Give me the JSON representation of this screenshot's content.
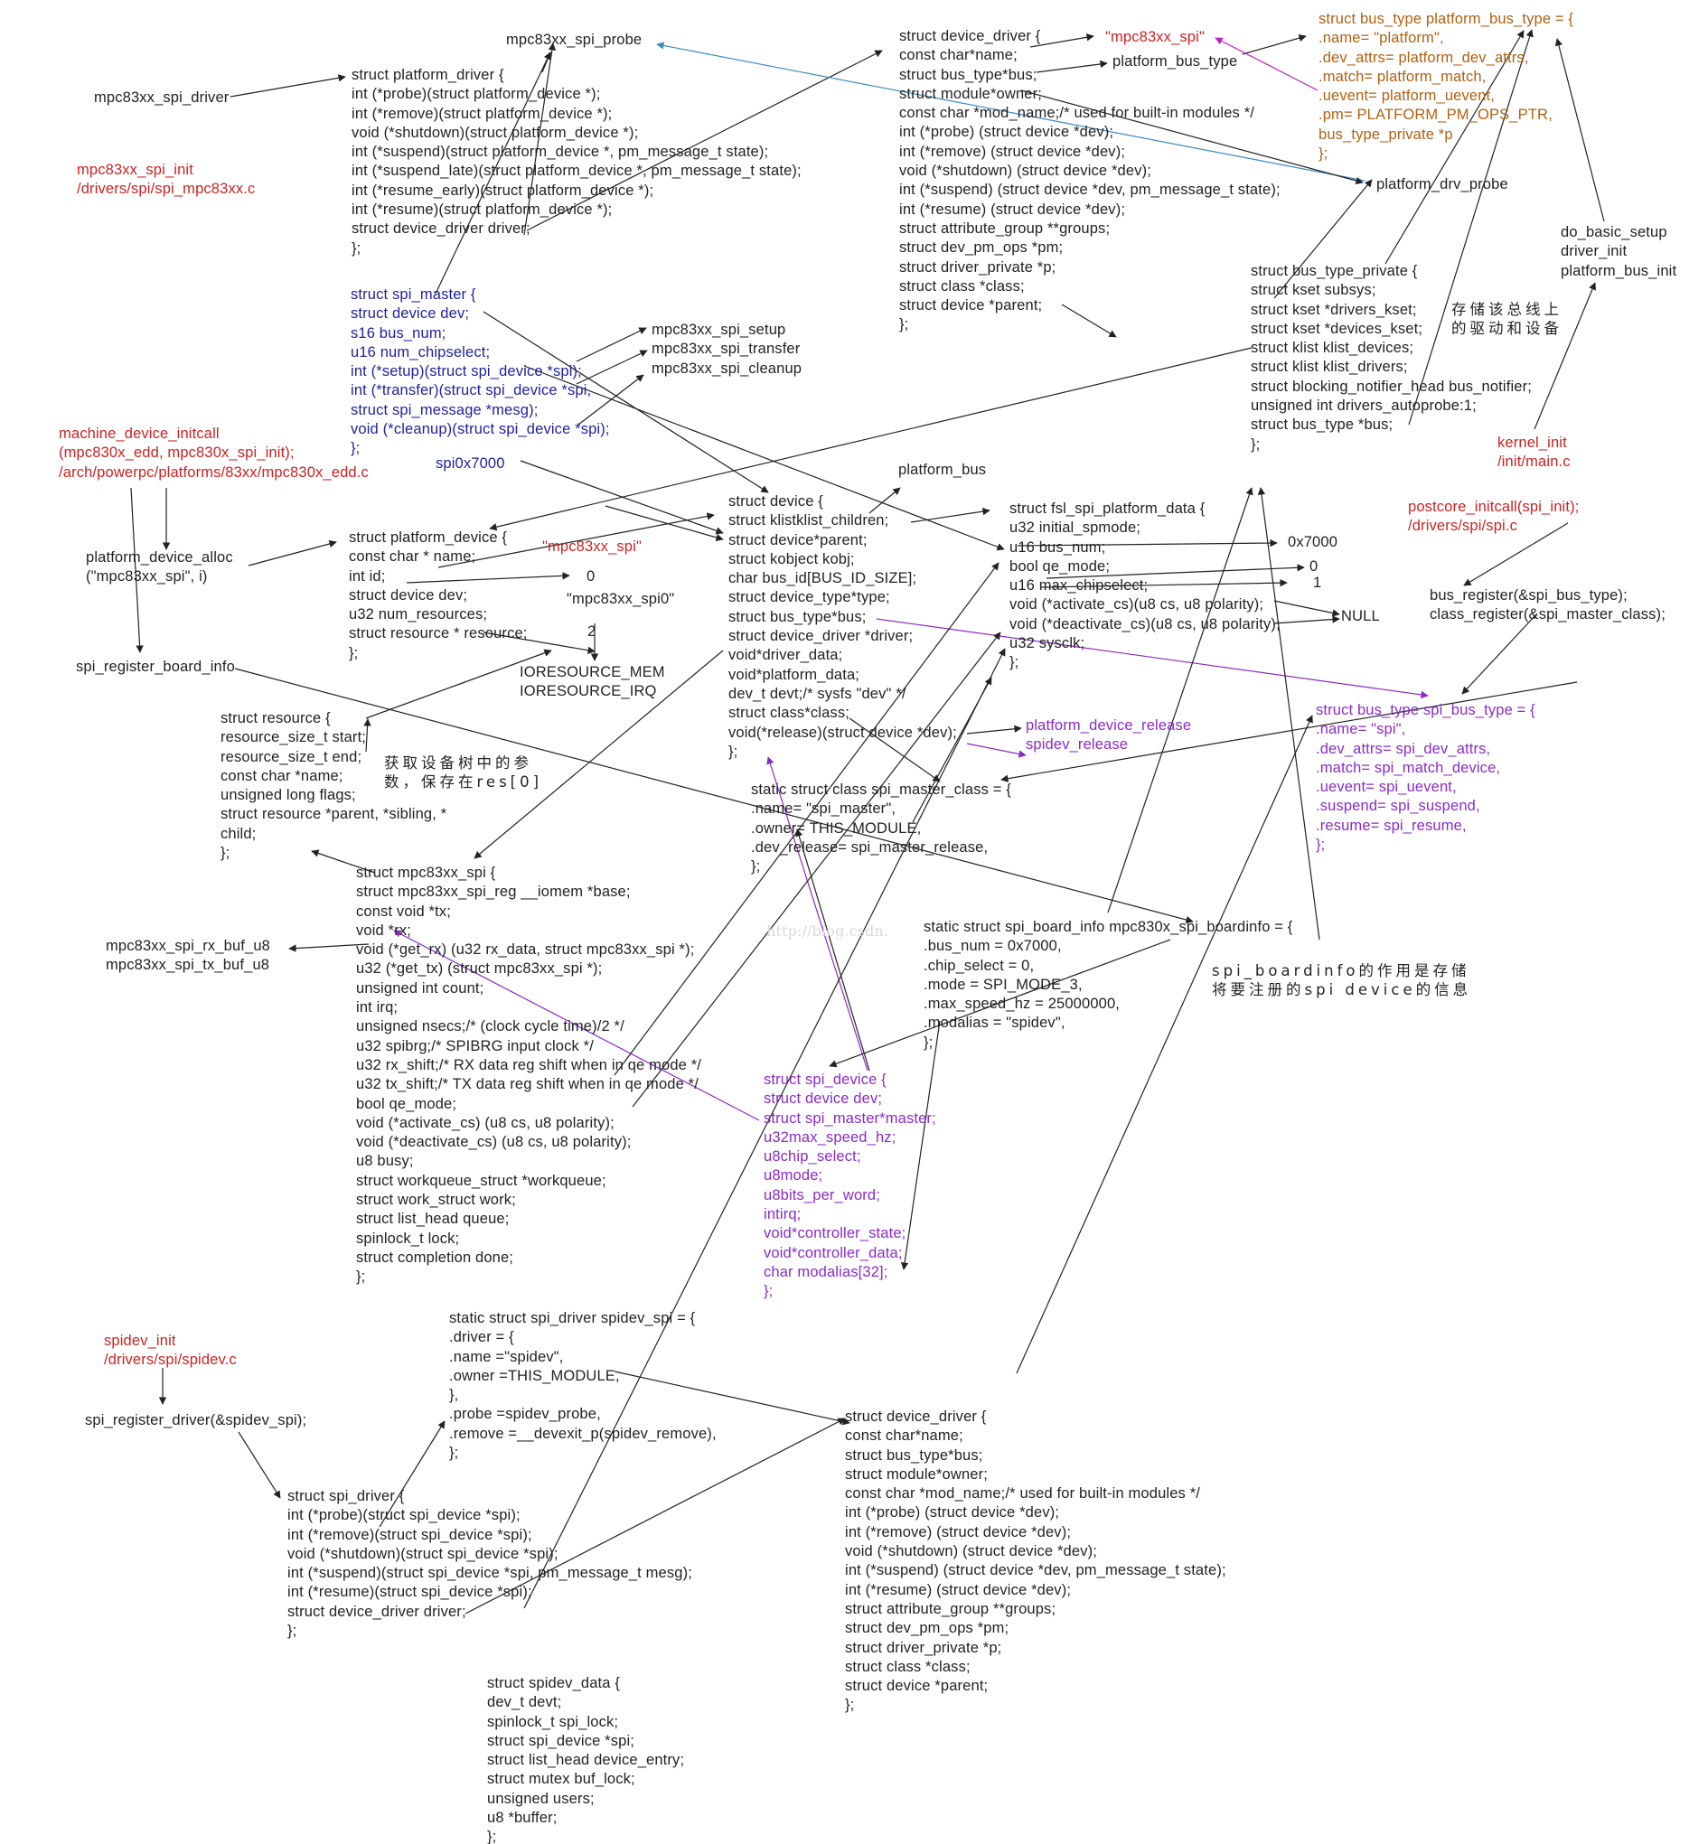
{
  "colors": {
    "text": "#222222",
    "blue": "#1f1fa0",
    "red": "#cc2222",
    "purple": "#8a2bc8",
    "brown": "#b06010",
    "arrow_dark": "#222222",
    "arrow_blue": "#3a8ac0",
    "arrow_purple": "#8a2bc8",
    "arrow_magenta": "#c020c0",
    "watermark": "#d8d8d8"
  },
  "blocks": {
    "mpc83xx_spi_probe": [
      "mpc83xx_spi_probe"
    ],
    "mpc83xx_spi_driver": [
      "mpc83xx_spi_driver"
    ],
    "mpc83xx_spi_init": [
      "mpc83xx_spi_init",
      "/drivers/spi/spi_mpc83xx.c"
    ],
    "platform_driver": [
      "struct platform_driver {",
      "int (*probe)(struct platform_device *);",
      "int (*remove)(struct platform_device *);",
      "void (*shutdown)(struct platform_device *);",
      "int (*suspend)(struct platform_device *, pm_message_t state);",
      "int (*suspend_late)(struct platform_device *, pm_message_t state);",
      "int (*resume_early)(struct platform_device *);",
      "int (*resume)(struct platform_device *);",
      "struct device_driver driver;",
      "};"
    ],
    "device_driver_top": [
      "struct device_driver {",
      "const char*name;",
      "struct bus_type*bus;",
      "struct module*owner;",
      "const char *mod_name;/* used for built-in modules */",
      "int (*probe) (struct device *dev);",
      "int (*remove) (struct device *dev);",
      "void (*shutdown) (struct device *dev);",
      "int (*suspend) (struct device *dev, pm_message_t state);",
      "int (*resume) (struct device *dev);",
      "struct attribute_group **groups;",
      "struct dev_pm_ops *pm;",
      "struct driver_private *p;",
      "struct class *class;",
      "struct device *parent;",
      "};"
    ],
    "mpc83xx_spi_name": [
      "\"mpc83xx_spi\""
    ],
    "platform_bus_type_label": [
      "platform_bus_type"
    ],
    "platform_bus_type_struct": [
      "struct bus_type platform_bus_type = {",
      ".name= \"platform\",",
      ".dev_attrs= platform_dev_attrs,",
      ".match= platform_match,",
      ".uevent= platform_uevent,",
      ".pm= PLATFORM_PM_OPS_PTR,",
      "bus_type_private *p",
      "};"
    ],
    "platform_drv_probe": [
      "platform_drv_probe"
    ],
    "do_basic_setup": [
      "do_basic_setup",
      "driver_init",
      "platform_bus_init"
    ],
    "bus_type_private": [
      "struct bus_type_private {",
      "struct kset subsys;",
      "struct kset *drivers_kset;",
      "struct kset *devices_kset;",
      "struct klist klist_devices;",
      "struct klist klist_drivers;",
      "struct blocking_notifier_head bus_notifier;",
      "unsigned int drivers_autoprobe:1;",
      "struct bus_type *bus;",
      "};"
    ],
    "bus_store_note": [
      "存储该总线上",
      "的驱动和设备"
    ],
    "kernel_init": [
      "kernel_init",
      "/init/main.c"
    ],
    "spi_master": [
      "struct spi_master {",
      "struct device dev;",
      "s16 bus_num;",
      "u16 num_chipselect;",
      "int (*setup)(struct spi_device *spi);",
      "int (*transfer)(struct spi_device *spi,",
      "struct spi_message *mesg);",
      "void (*cleanup)(struct spi_device *spi);",
      "};"
    ],
    "spi_ops": [
      "mpc83xx_spi_setup",
      "mpc83xx_spi_transfer",
      "mpc83xx_spi_cleanup"
    ],
    "machine_device_initcall": [
      "machine_device_initcall",
      "(mpc830x_edd, mpc830x_spi_init);",
      "/arch/powerpc/platforms/83xx/mpc830x_edd.c"
    ],
    "spi0x7000": [
      "spi0x7000"
    ],
    "platform_bus": [
      "platform_bus"
    ],
    "platform_device_alloc": [
      "platform_device_alloc",
      "(\"mpc83xx_spi\", i)"
    ],
    "platform_device": [
      "struct platform_device {",
      "const char * name;",
      "int id;",
      "struct device dev;",
      "u32 num_resources;",
      "struct resource * resource;",
      "};"
    ],
    "mpc83xx_spi_name2": [
      "\"mpc83xx_spi\""
    ],
    "zero_label": [
      "0"
    ],
    "mpc83xx_spi0": [
      "\"mpc83xx_spi0\""
    ],
    "two_label": [
      "2"
    ],
    "ioresource": [
      "IORESOURCE_MEM",
      "IORESOURCE_IRQ"
    ],
    "struct_device": [
      "struct device {",
      "struct klistklist_children;",
      "struct device*parent;",
      "struct kobject kobj;",
      "char bus_id[BUS_ID_SIZE];",
      "struct device_type*type;",
      "struct bus_type*bus;",
      "struct device_driver *driver;",
      "void*driver_data;",
      "void*platform_data;",
      "dev_t devt;/* sysfs \"dev\" */",
      "struct class*class;",
      "void(*release)(struct device *dev);",
      "};"
    ],
    "fsl_spi_platform_data": [
      "struct fsl_spi_platform_data {",
      "u32 initial_spmode;",
      "u16 bus_num;",
      "bool qe_mode;",
      "u16 max_chipselect;",
      "void (*activate_cs)(u8 cs, u8 polarity);",
      "void (*deactivate_cs)(u8 cs, u8 polarity);",
      "u32 sysclk;",
      "};"
    ],
    "value_0x7000": [
      "0x7000"
    ],
    "value_0": [
      "0"
    ],
    "value_1": [
      "1"
    ],
    "value_null": [
      "NULL"
    ],
    "postcore_initcall": [
      "postcore_initcall(spi_init);",
      "/drivers/spi/spi.c"
    ],
    "bus_register": [
      "bus_register(&spi_bus_type);",
      "class_register(&spi_master_class);"
    ],
    "spi_register_board_info": [
      "spi_register_board_info"
    ],
    "struct_resource": [
      "struct resource {",
      "resource_size_t start;",
      "resource_size_t end;",
      "const char *name;",
      "unsigned long flags;",
      "struct resource *parent, *sibling, *",
      "child;",
      "};"
    ],
    "resource_note": [
      "获取设备树中的参",
      "数，保存在res[0]"
    ],
    "release_fns": [
      "platform_device_release",
      "spidev_release"
    ],
    "spi_bus_type": [
      "struct bus_type spi_bus_type = {",
      ".name= \"spi\",",
      ".dev_attrs= spi_dev_attrs,",
      ".match= spi_match_device,",
      ".uevent= spi_uevent,",
      ".suspend= spi_suspend,",
      ".resume= spi_resume,",
      "};"
    ],
    "spi_master_class": [
      "static struct class spi_master_class = {",
      ".name= \"spi_master\",",
      ".owner= THIS_MODULE,",
      ".dev_release= spi_master_release,",
      "};"
    ],
    "mpc83xx_spi": [
      "struct mpc83xx_spi {",
      "struct mpc83xx_spi_reg __iomem *base;",
      "const void *tx;",
      "void *rx;",
      "void (*get_rx) (u32 rx_data, struct mpc83xx_spi *);",
      "u32 (*get_tx) (struct mpc83xx_spi *);",
      "unsigned int count;",
      "int irq;",
      "unsigned nsecs;/* (clock cycle time)/2 */",
      "u32 spibrg;/* SPIBRG input clock */",
      "u32 rx_shift;/* RX data reg shift when in qe mode */",
      "u32 tx_shift;/* TX data reg shift when in qe mode */",
      "bool qe_mode;",
      "void (*activate_cs) (u8 cs, u8 polarity);",
      "void (*deactivate_cs) (u8 cs, u8 polarity);",
      "u8 busy;",
      "struct workqueue_struct *workqueue;",
      "struct work_struct work;",
      "struct list_head queue;",
      "spinlock_t lock;",
      "struct completion done;",
      "};"
    ],
    "buf_fns": [
      "mpc83xx_spi_rx_buf_u8",
      "mpc83xx_spi_tx_buf_u8"
    ],
    "watermark": [
      "http://blog.csdn."
    ],
    "spi_board_info": [
      "static struct spi_board_info mpc830x_spi_boardinfo = {",
      ".bus_num = 0x7000,",
      ".chip_select = 0,",
      ".mode = SPI_MODE_3,",
      ".max_speed_hz = 25000000,",
      ".modalias = \"spidev\",",
      "};"
    ],
    "boardinfo_note": [
      "spi_boardinfo的作用是存储",
      "将要注册的spi device的信息"
    ],
    "spi_device": [
      "struct spi_device {",
      "struct device dev;",
      "struct spi_master*master;",
      "u32max_speed_hz;",
      "u8chip_select;",
      "u8mode;",
      "u8bits_per_word;",
      "intirq;",
      "void*controller_state;",
      "void*controller_data;",
      "char modalias[32];",
      "};"
    ],
    "spidev_init": [
      "spidev_init",
      "/drivers/spi/spidev.c"
    ],
    "spi_register_driver": [
      "spi_register_driver(&spidev_spi);"
    ],
    "spidev_spi": [
      "static struct spi_driver spidev_spi = {",
      ".driver = {",
      ".name =\"spidev\",",
      ".owner =THIS_MODULE,",
      "},",
      ".probe =spidev_probe,",
      ".remove =__devexit_p(spidev_remove),",
      "};"
    ],
    "spi_driver": [
      "struct spi_driver {",
      "int (*probe)(struct spi_device *spi);",
      "int (*remove)(struct spi_device *spi);",
      "void (*shutdown)(struct spi_device *spi);",
      "int (*suspend)(struct spi_device *spi, pm_message_t mesg);",
      "int (*resume)(struct spi_device *spi);",
      "struct device_driver driver;",
      "};"
    ],
    "device_driver_bottom": [
      "struct device_driver {",
      "const char*name;",
      "struct bus_type*bus;",
      "struct module*owner;",
      "const char *mod_name;/* used for built-in modules */",
      "int (*probe) (struct device *dev);",
      "int (*remove) (struct device *dev);",
      "void (*shutdown) (struct device *dev);",
      "int (*suspend) (struct device *dev, pm_message_t state);",
      "int (*resume) (struct device *dev);",
      "struct attribute_group **groups;",
      "struct dev_pm_ops *pm;",
      "struct driver_private *p;",
      "struct class *class;",
      "struct device *parent;",
      "};"
    ],
    "spidev_data": [
      "struct spidev_data {",
      "dev_t devt;",
      "spinlock_t spi_lock;",
      "struct spi_device *spi;",
      "struct list_head device_entry;",
      "struct mutex buf_lock;",
      "unsigned users;",
      "u8 *buffer;",
      "};"
    ]
  }
}
